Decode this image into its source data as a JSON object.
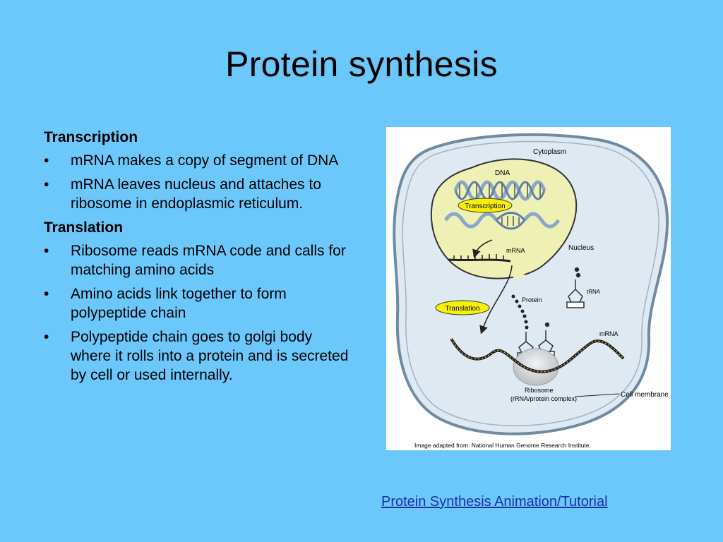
{
  "slide": {
    "title": "Protein synthesis",
    "link_text": "Protein Synthesis Animation/Tutorial"
  },
  "sections": [
    {
      "heading": "Transcription",
      "bullets": [
        "mRNA makes a copy of segment of DNA",
        "mRNA leaves nucleus and attaches to ribosome in endoplasmic reticulum."
      ]
    },
    {
      "heading": "Translation",
      "bullets": [
        "Ribosome reads mRNA code and calls for matching amino acids",
        "Amino acids link together to form polypeptide chain",
        "Polypeptide chain goes to golgi body where it rolls into a protein and is secreted by cell or used internally."
      ]
    }
  ],
  "bullet_glyph": "•",
  "diagram": {
    "labels": {
      "cytoplasm": "Cytoplasm",
      "dna": "DNA",
      "transcription": "Transcription",
      "nucleus": "Nucleus",
      "mrna_nucleus": "mRNA",
      "protein": "Protein",
      "trna": "tRNA",
      "translation": "Translation",
      "mrna_cytoplasm": "mRNA",
      "ribosome": "Ribosome",
      "ribosome_detail": "(rRNA/protein complex)",
      "cell_membrane": "Cell membrane"
    },
    "caption": "Image adapted from: National Human Genome Research Institute.",
    "colors": {
      "slide_background": "#6cc8fb",
      "cell_fill": "#dfe9f2",
      "cell_outline": "#6f8aa3",
      "nucleus_fill": "#eef0b4",
      "dna_strand": "#8aa6c8",
      "label_pill": "#f5ef0a",
      "link": "#1a2fa8"
    }
  }
}
